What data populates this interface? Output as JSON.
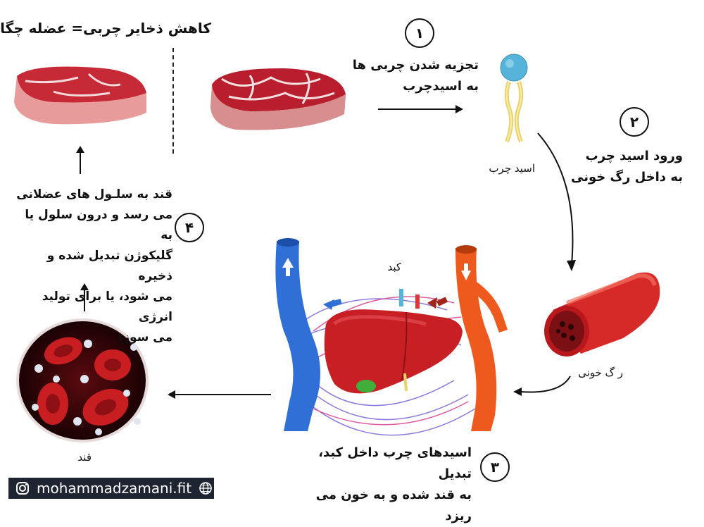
{
  "header": {
    "title": "کاهش ذخایر چربی= عضله چگال تر"
  },
  "steps": [
    {
      "number": "۱",
      "lines": [
        "تجزیه شدن چربی ها",
        "به اسیدچرب"
      ]
    },
    {
      "number": "۲",
      "lines": [
        "ورود اسید چرب",
        "به داخل رگ خونی"
      ]
    },
    {
      "number": "۳",
      "lines": [
        "اسیدهای چرب داخل کبد، تبدیل",
        "به قند شده و به خون می ریزد"
      ]
    },
    {
      "number": "۴",
      "lines": [
        "قند به سلـول های عضلانی",
        "می رسد و درون سلول یا به",
        "گلیکوژن تبدیل شده و ذخیره",
        "می شود، یا برای تولید انرژی",
        "می سوزد"
      ]
    }
  ],
  "labels": {
    "fatty_acid": "اسید چرب",
    "blood_vessel": "ر گ خونی",
    "liver": "کبد",
    "sugar": "قند"
  },
  "footer": {
    "handle": "mohammadzamani.fit",
    "icons": [
      "instagram-icon",
      "globe-icon"
    ]
  },
  "colors": {
    "meat": "#c0262f",
    "fat": "#f3d6d2",
    "vein": "#2f6fd6",
    "artery": "#ee5a1e",
    "liver": "#c81f25",
    "lipid_head": "#56b3d9",
    "footer_bg": "#1f2433"
  }
}
